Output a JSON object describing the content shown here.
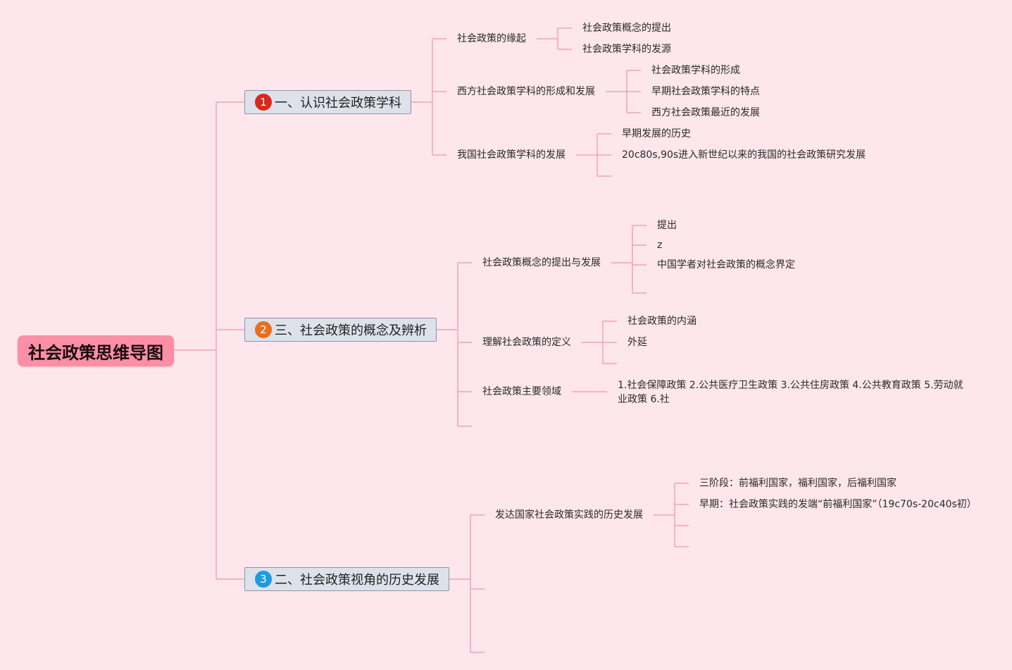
{
  "root": {
    "title": "社会政策思维导图",
    "color": "#fa8fa6"
  },
  "topics": [
    {
      "badge": "1",
      "badge_color": "#d8291d",
      "label": "一、认识社会政策学科",
      "children": [
        {
          "label": "社会政策的缘起",
          "children": [
            "社会政策概念的提出",
            "社会政策学科的发源"
          ]
        },
        {
          "label": "西方社会政策学科的形成和发展",
          "children": [
            "社会政策学科的形成",
            "早期社会政策学科的特点",
            "西方社会政策最近的发展"
          ]
        },
        {
          "label": "我国社会政策学科的发展",
          "children": [
            "早期发展的历史",
            "20c80s,90s进入新世纪以来的我国的社会政策研究发展"
          ]
        }
      ]
    },
    {
      "badge": "2",
      "badge_color": "#e5701e",
      "label": "三、社会政策的概念及辨析",
      "children": [
        {
          "label": "社会政策概念的提出与发展",
          "children": [
            "提出",
            "z",
            "中国学者对社会政策的概念界定"
          ]
        },
        {
          "label": "理解社会政策的定义",
          "children": [
            "社会政策的内涵",
            "外延"
          ]
        },
        {
          "label": "社会政策主要领域",
          "children": [
            "1.社会保障政策 2.公共医疗卫生政策 3.公共住房政策 4.公共教育政策 5.劳动就业政策 6.社"
          ]
        }
      ]
    },
    {
      "badge": "3",
      "badge_color": "#1f9be0",
      "label": "二、社会政策视角的历史发展",
      "children": [
        {
          "label": "发达国家社会政策实践的历史发展",
          "children": [
            "三阶段：前福利国家，福利国家，后福利国家",
            "早期：社会政策实践的发端“前福利国家”（19c70s-20c40s初）"
          ]
        }
      ]
    }
  ],
  "line_color": "#f2a3b5"
}
